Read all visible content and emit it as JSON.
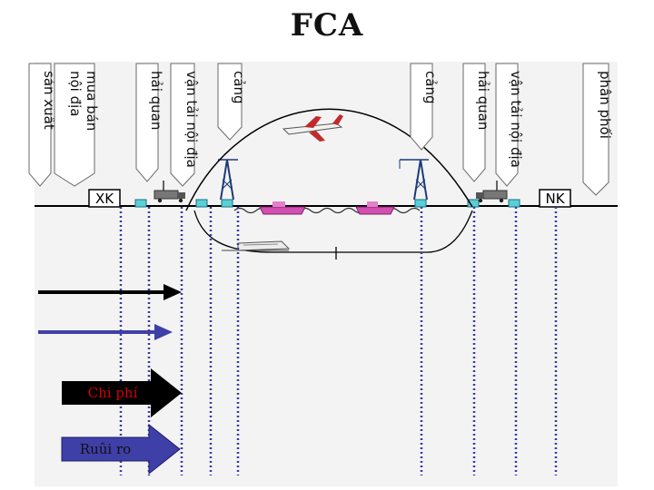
{
  "title": "FCA",
  "tags": [
    {
      "id": "san-xuat",
      "lines": [
        "sản xuất"
      ]
    },
    {
      "id": "mua-ban-noi-dia",
      "lines": [
        "mua bán",
        "nội địa"
      ]
    },
    {
      "id": "hai-quan-xk",
      "lines": [
        "hải quan"
      ]
    },
    {
      "id": "van-tai-noi-dia-xk",
      "lines": [
        "vận tải nội địa"
      ]
    },
    {
      "id": "cang-xk",
      "lines": [
        "cảng"
      ]
    },
    {
      "id": "cang-nk",
      "lines": [
        "cảng"
      ]
    },
    {
      "id": "hai-quan-nk",
      "lines": [
        "hải quan"
      ]
    },
    {
      "id": "van-tai-noi-dia-nk",
      "lines": [
        "vận tải nội địa"
      ]
    },
    {
      "id": "phan-phoi",
      "lines": [
        "phân phối"
      ]
    }
  ],
  "boxes": {
    "export": "XK",
    "import": "NK"
  },
  "arrows": {
    "cost_label": "Chi phí",
    "risk_label": "Ruûi ro",
    "cost_text_color": "#d40000",
    "risk_text_color": "#111111",
    "cost_fill": "#000000",
    "risk_fill": "#3f3fa8"
  }
}
